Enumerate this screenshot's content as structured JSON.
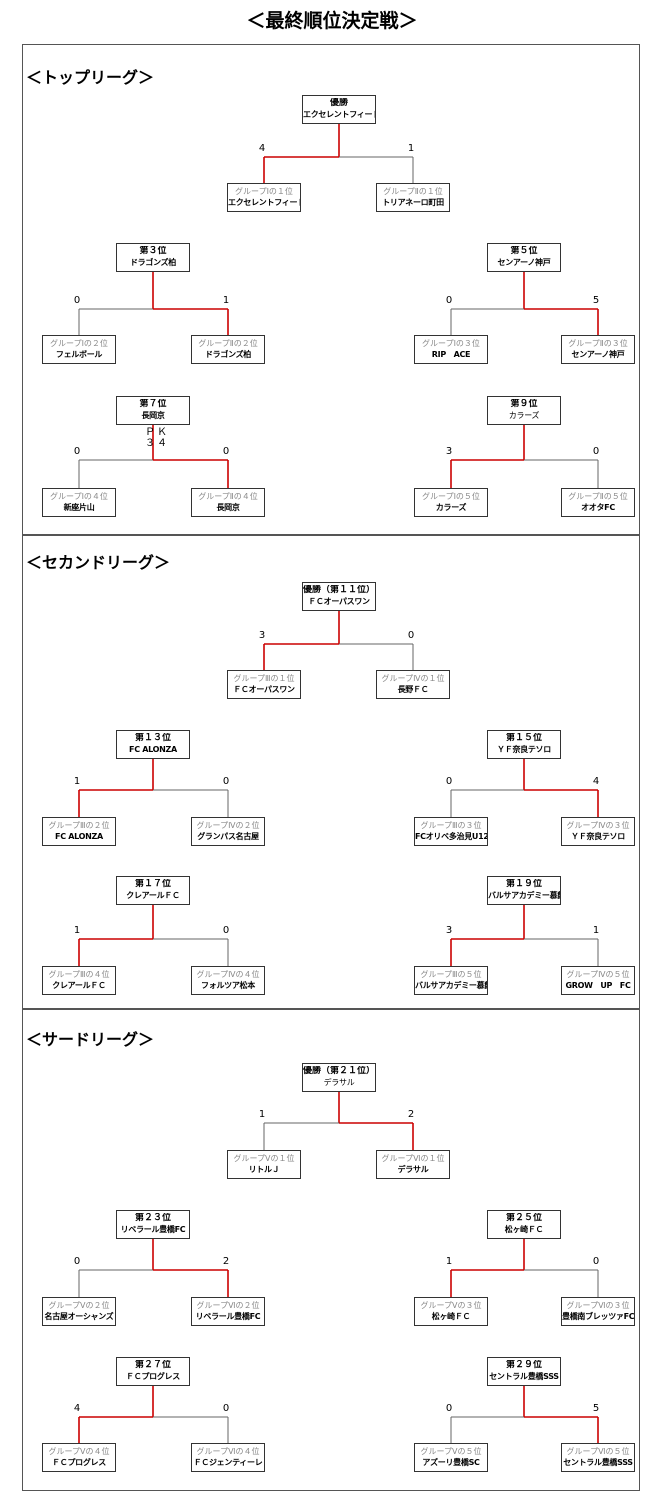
{
  "page_title": "＜最終順位決定戦＞",
  "sections": [
    {
      "title": "＜トップリーグ＞",
      "brackets": [
        {
          "top": [
            "優勝",
            "エクセレントフィート"
          ],
          "left": [
            "グループⅠの１位",
            "エクセレントフィート"
          ],
          "right": [
            "グループⅡの１位",
            "トリアネーロ町田"
          ],
          "lscore": "4",
          "rscore": "1",
          "winner": "left"
        },
        {
          "top": [
            "第３位",
            "ドラゴンズ柏"
          ],
          "left": [
            "グループⅠの２位",
            "フェルボール"
          ],
          "right": [
            "グループⅡの２位",
            "ドラゴンズ柏"
          ],
          "lscore": "0",
          "rscore": "1",
          "winner": "right"
        },
        {
          "top": [
            "第５位",
            "センアーノ神戸"
          ],
          "left": [
            "グループⅠの３位",
            "RIP　ACE"
          ],
          "right": [
            "グループⅡの３位",
            "センアーノ神戸"
          ],
          "lscore": "0",
          "rscore": "5",
          "winner": "right"
        },
        {
          "top": [
            "第７位",
            "長岡京"
          ],
          "left": [
            "グループⅠの４位",
            "新座片山"
          ],
          "right": [
            "グループⅡの４位",
            "長岡京"
          ],
          "lscore": "0",
          "rscore": "0",
          "winner": "right",
          "pk_label": "ＰＫ",
          "pk_score": "３４"
        },
        {
          "top": [
            "第９位",
            "カラーズ"
          ],
          "left": [
            "グループⅠの５位",
            "カラーズ"
          ],
          "right": [
            "グループⅡの５位",
            "オオタFC"
          ],
          "lscore": "3",
          "rscore": "0",
          "winner": "left"
        }
      ]
    },
    {
      "title": "＜セカンドリーグ＞",
      "brackets": [
        {
          "top": [
            "優勝（第１１位）",
            "ＦＣオーパスワン"
          ],
          "left": [
            "グループⅢの１位",
            "ＦＣオーパスワン"
          ],
          "right": [
            "グループⅣの１位",
            "長野ＦＣ"
          ],
          "lscore": "3",
          "rscore": "0",
          "winner": "left"
        },
        {
          "top": [
            "第１３位",
            "FC ALONZA"
          ],
          "left": [
            "グループⅢの２位",
            "FC ALONZA"
          ],
          "right": [
            "グループⅣの２位",
            "グランパス名古屋"
          ],
          "lscore": "1",
          "rscore": "0",
          "winner": "left"
        },
        {
          "top": [
            "第１５位",
            "ＹＦ奈良テソロ"
          ],
          "left": [
            "グループⅢの３位",
            "FCオリベ多治見U12"
          ],
          "right": [
            "グループⅣの３位",
            "ＹＦ奈良テソロ"
          ],
          "lscore": "0",
          "rscore": "4",
          "winner": "right"
        },
        {
          "top": [
            "第１７位",
            "クレアールＦＣ"
          ],
          "left": [
            "グループⅢの４位",
            "クレアールＦＣ"
          ],
          "right": [
            "グループⅣの４位",
            "フォルツア松本"
          ],
          "lscore": "1",
          "rscore": "0",
          "winner": "left"
        },
        {
          "top": [
            "第１９位",
            "バルサアカデミー慕飾"
          ],
          "left": [
            "グループⅢの５位",
            "バルサアカデミー慕飾"
          ],
          "right": [
            "グループⅣの５位",
            "GROW　UP　FC"
          ],
          "lscore": "3",
          "rscore": "1",
          "winner": "left"
        }
      ]
    },
    {
      "title": "＜サードリーグ＞",
      "brackets": [
        {
          "top": [
            "優勝（第２１位）",
            "デラサル"
          ],
          "left": [
            "グループⅤの１位",
            "リトルＪ"
          ],
          "right": [
            "グループⅥの１位",
            "デラサル"
          ],
          "lscore": "1",
          "rscore": "2",
          "winner": "right"
        },
        {
          "top": [
            "第２３位",
            "リベラール豊橋FC"
          ],
          "left": [
            "グループⅤの２位",
            "名古屋オーシャンズ"
          ],
          "right": [
            "グループⅥの２位",
            "リベラール豊橋FC"
          ],
          "lscore": "0",
          "rscore": "2",
          "winner": "right"
        },
        {
          "top": [
            "第２５位",
            "松ヶ崎ＦＣ"
          ],
          "left": [
            "グループⅤの３位",
            "松ヶ崎ＦＣ"
          ],
          "right": [
            "グループⅥの３位",
            "豊橋南ブレッツァFC"
          ],
          "lscore": "1",
          "rscore": "0",
          "winner": "left"
        },
        {
          "top": [
            "第２７位",
            "ＦＣプログレス"
          ],
          "left": [
            "グループⅤの４位",
            "ＦＣプログレス"
          ],
          "right": [
            "グループⅥの４位",
            "ＦＣジェンティーレ"
          ],
          "lscore": "4",
          "rscore": "0",
          "winner": "left"
        },
        {
          "top": [
            "第２９位",
            "セントラル豊橋SSS"
          ],
          "left": [
            "グループⅤの５位",
            "アズーリ豊橋SC"
          ],
          "right": [
            "グループⅥの５位",
            "セントラル豊橋SSS"
          ],
          "lscore": "0",
          "rscore": "5",
          "winner": "right"
        }
      ]
    }
  ],
  "colors": {
    "winner_line": "#cc0000",
    "loser_line": "#666666",
    "group_label": "#888888"
  }
}
